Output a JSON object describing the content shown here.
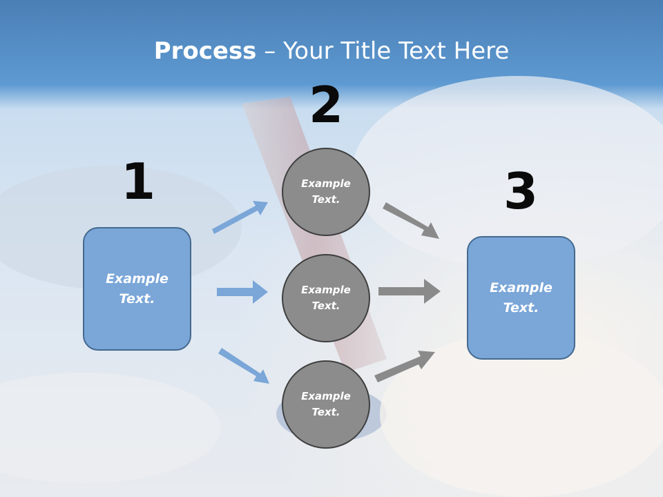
{
  "slide": {
    "title_bold": "Process",
    "title_rest": " – Your Title Text Here"
  },
  "steps": {
    "step1": {
      "number": "1",
      "text": "Example Text."
    },
    "step2": {
      "number": "2",
      "items": [
        {
          "text": "Example Text."
        },
        {
          "text": "Example Text."
        },
        {
          "text": "Example Text."
        }
      ]
    },
    "step3": {
      "number": "3",
      "text": "Example Text."
    }
  },
  "colors": {
    "box_fill": "#7aa6d8",
    "circle_fill": "#8c8c8c",
    "blue_arrow": "#7aa6d8",
    "gray_arrow": "#8a8a8a",
    "header_blue": "#4a88c8"
  }
}
